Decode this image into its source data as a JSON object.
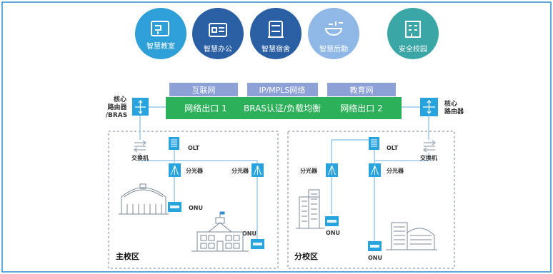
{
  "services": [
    {
      "label": "智慧教室",
      "color": "#2f9fd8",
      "icon": "classroom-icon"
    },
    {
      "label": "智慧办公",
      "color": "#2b5fa3",
      "icon": "office-icon"
    },
    {
      "label": "智慧宿舍",
      "color": "#2b5fa3",
      "icon": "dormitory-icon"
    },
    {
      "label": "智慧后勤",
      "color": "#8fb8e6",
      "icon": "logistics-icon"
    },
    {
      "label": "安全校园",
      "color": "#3aa6a6",
      "icon": "campus-security-icon"
    }
  ],
  "networks": {
    "internet": "互联网",
    "ip_mpls": "IP/MPLS网络",
    "education": "教育网"
  },
  "gateway": {
    "exit1": "网络出口 1",
    "auth": "BRAS认证/负载均衡",
    "exit2": "网络出口 2"
  },
  "left_router": {
    "line1": "核心",
    "line2": "路由器",
    "line3": "/BRAS"
  },
  "right_router": {
    "line1": "核心",
    "line2": "路由器"
  },
  "main_campus": {
    "title": "主校区",
    "switch": "交换机",
    "olt": "OLT",
    "splitter_a": "分光器",
    "splitter_b": "分光器",
    "onu_a": "ONU",
    "onu_b": "ONU"
  },
  "branch_campus": {
    "title": "分校区",
    "switch": "交换机",
    "olt": "OLT",
    "splitter_a": "分光器",
    "splitter_b": "分光器",
    "onu_a": "ONU",
    "onu_b": "ONU"
  },
  "colors": {
    "frame": "#2f8fd0",
    "tab_fill": "#8ea1d6",
    "gateway_fill": "#2db05a",
    "device_fill": "#27a4dd",
    "line": "#9cc8ea"
  }
}
